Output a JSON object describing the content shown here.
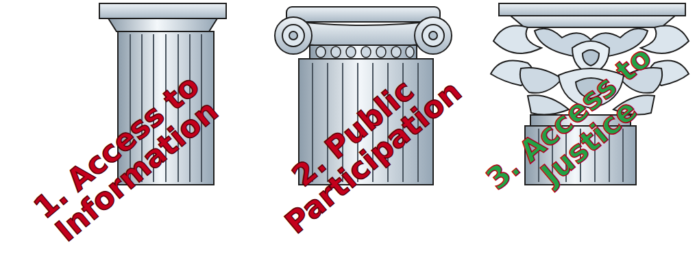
{
  "diagram": {
    "nodes": [
      {
        "text": [
          "1. Access to Information"
        ]
      },
      {
        "text": [
          "2. Public Participation"
        ]
      },
      {
        "text": [
          "3. Access to Justice"
        ]
      }
    ]
  }
}
